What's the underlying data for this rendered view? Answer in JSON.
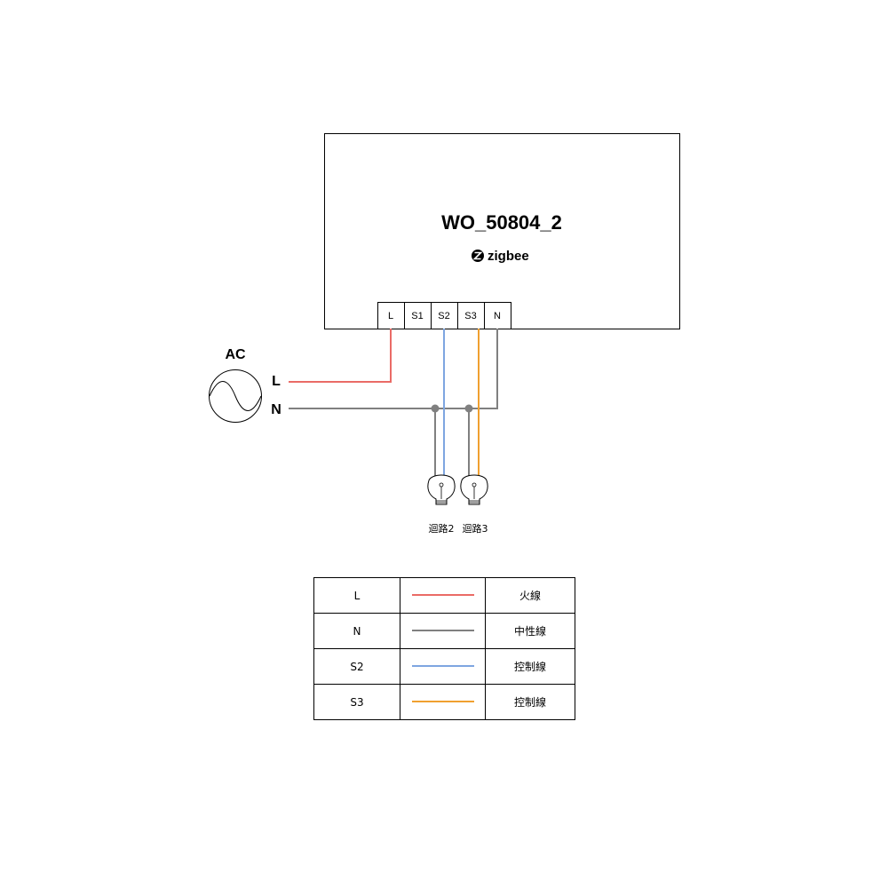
{
  "device": {
    "name": "WO_50804_2",
    "brand": "zigbee"
  },
  "terminals": [
    "L",
    "S1",
    "S2",
    "S3",
    "N"
  ],
  "source": {
    "label": "AC",
    "line_label": "L",
    "neutral_label": "N"
  },
  "lamps": [
    {
      "label": "迴路2"
    },
    {
      "label": "迴路3"
    }
  ],
  "legend": [
    {
      "code": "L",
      "color": "#ea6b66",
      "desc": "火線"
    },
    {
      "code": "N",
      "color": "#808080",
      "desc": "中性線"
    },
    {
      "code": "S2",
      "color": "#7ea6e0",
      "desc": "控制線"
    },
    {
      "code": "S3",
      "color": "#f0a030",
      "desc": "控制線"
    }
  ],
  "colors": {
    "L": "#ea6b66",
    "N": "#808080",
    "S2": "#7ea6e0",
    "S3": "#f0a030"
  }
}
